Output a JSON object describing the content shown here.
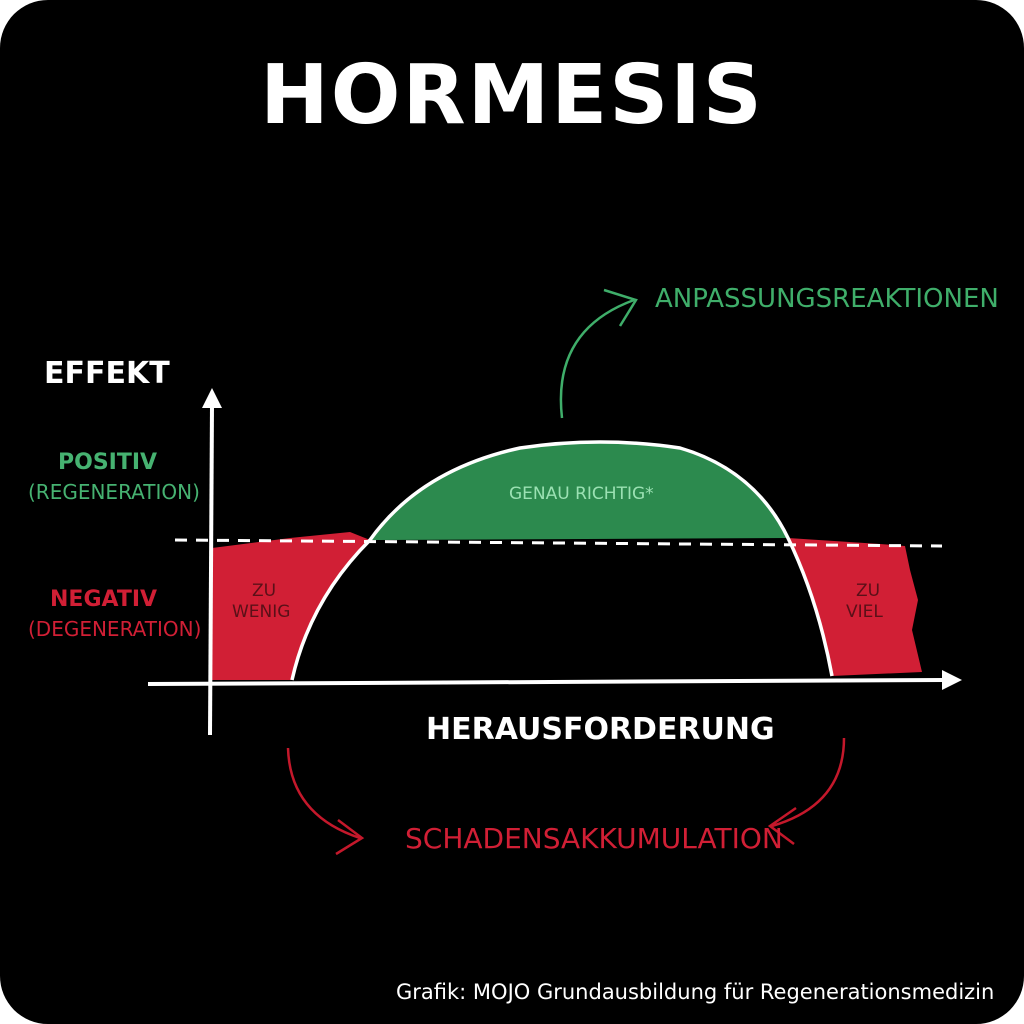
{
  "title": "HORMESIS",
  "y_axis": {
    "label": "EFFEKT",
    "positive_label": "POSITIV",
    "positive_sub": "(REGENERATION)",
    "negative_label": "NEGATIV",
    "negative_sub": "(DEGENERATION)"
  },
  "x_axis": {
    "label": "HERAUSFORDERUNG"
  },
  "zones": {
    "too_little_line1": "ZU",
    "too_little_line2": "WENIG",
    "just_right": "GENAU RICHTIG*",
    "too_much_line1": "ZU",
    "too_much_line2": "VIEL"
  },
  "outcomes": {
    "adaptation": "ANPASSUNGSREAKTIONEN",
    "damage": "SCHADENSAKKUMULATION"
  },
  "credit": "Grafik: MOJO Grundausbildung für Regenerationsmedizin",
  "colors": {
    "background": "#000000",
    "positive": "#2c8a4e",
    "negative": "#d11f35",
    "axis": "#ffffff"
  }
}
